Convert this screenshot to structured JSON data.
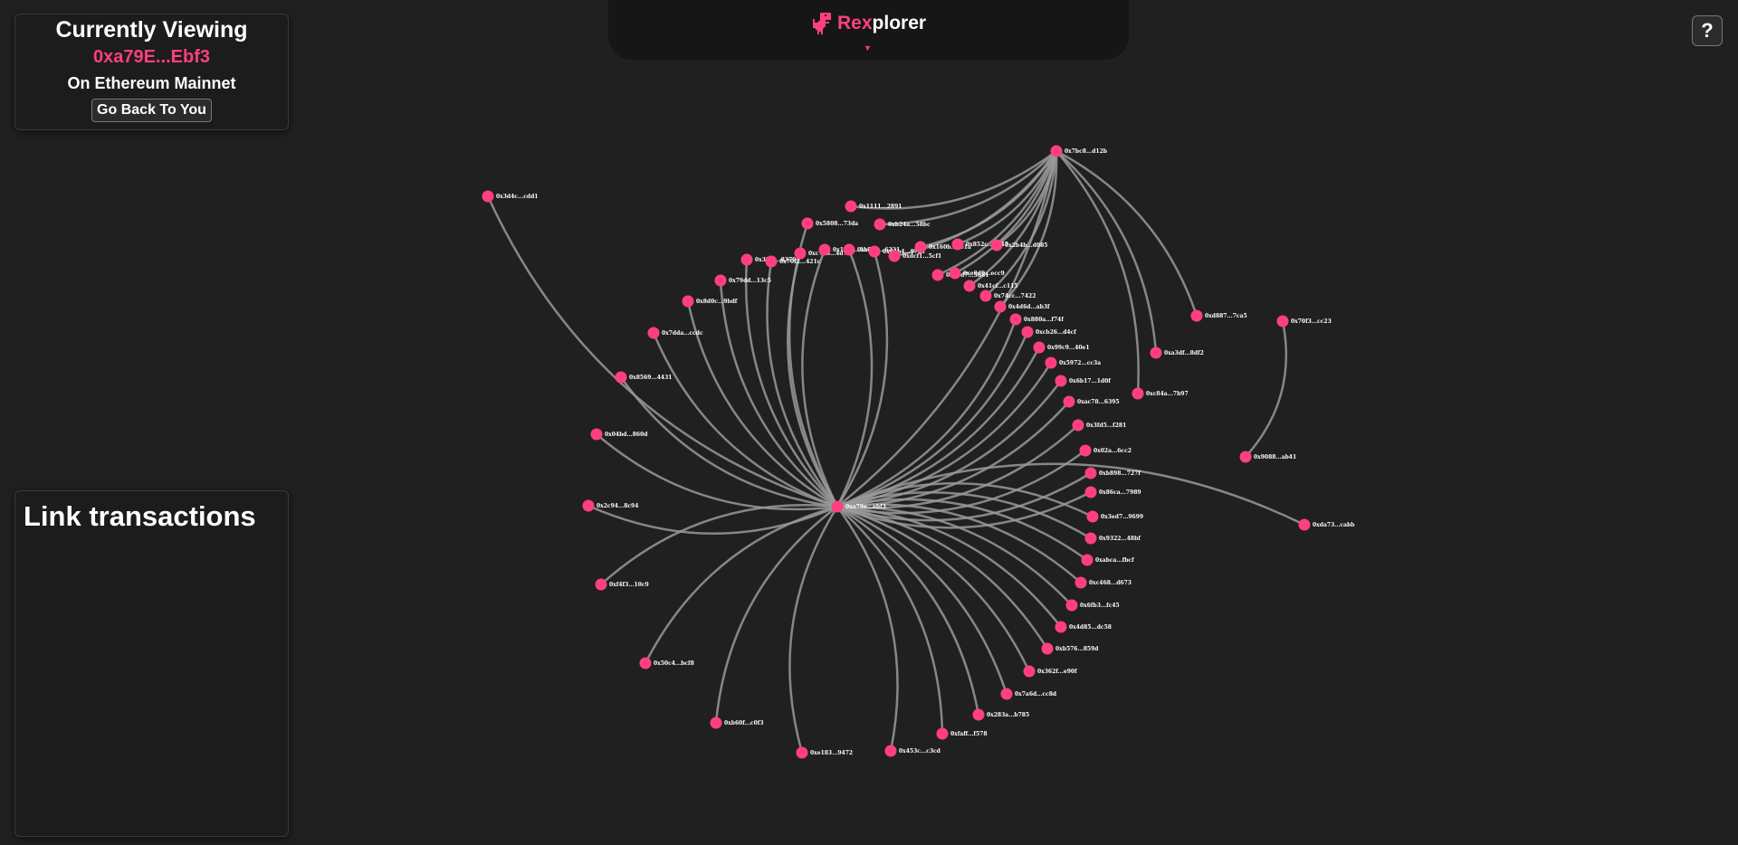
{
  "header": {
    "brand_rex": "Rex",
    "brand_plorer": "plorer",
    "logo_icon": "dinosaur-icon",
    "menu_icon": "chevron-down-icon",
    "help_label": "?"
  },
  "viewing": {
    "title": "Currently Viewing",
    "address": "0xa79E...Ebf3",
    "network": "On Ethereum Mainnet",
    "back_button": "Go Back To You"
  },
  "link_panel": {
    "title": "Link transactions"
  },
  "colors": {
    "background": "#202020",
    "accent": "#ff3f7f",
    "edge": "#9a9a9a"
  },
  "graph": {
    "center": {
      "label": "0xa79e...ebf3"
    },
    "hub": {
      "label": "0x7bc8...d12b"
    },
    "nodes": [
      {
        "label": "0x3d4c...cdd1",
        "to": "center"
      },
      {
        "label": "0x1111...2891",
        "to": "hub"
      },
      {
        "label": "0x5808...73da",
        "to": "center"
      },
      {
        "label": "0xb24a...58bc",
        "to": "hub"
      },
      {
        "label": "0x3f5c...8379",
        "to": "center"
      },
      {
        "label": "0x70f2...421c",
        "to": "center"
      },
      {
        "label": "0xc77b...4d7c",
        "to": "center"
      },
      {
        "label": "0x1c9a...1b07",
        "to": "center"
      },
      {
        "label": "0xa35b...6221",
        "to": "center"
      },
      {
        "label": "0x84b4...97a1",
        "to": "center"
      },
      {
        "label": "0xdcf1...5cf1",
        "to": "hub"
      },
      {
        "label": "0x160b...1e1a",
        "to": "hub"
      },
      {
        "label": "0x852c...6747",
        "to": "hub"
      },
      {
        "label": "0x2b4b...d085",
        "to": "hub"
      },
      {
        "label": "0x79dd...13c5",
        "to": "center"
      },
      {
        "label": "0x99d7...5881",
        "to": "hub"
      },
      {
        "label": "0xe0d9...ecc9",
        "to": "hub"
      },
      {
        "label": "0x41cf...c115",
        "to": "hub"
      },
      {
        "label": "0x8d0c...9bdf",
        "to": "center"
      },
      {
        "label": "0x74cc...7422",
        "to": "hub"
      },
      {
        "label": "0x4d6d...ab3f",
        "to": "hub"
      },
      {
        "label": "0x880a...f74f",
        "to": "center"
      },
      {
        "label": "0xcb26...d4cf",
        "to": "center"
      },
      {
        "label": "0x7dda...ccdc",
        "to": "center"
      },
      {
        "label": "0x99c9...40e1",
        "to": "center"
      },
      {
        "label": "0x5972...cc3a",
        "to": "center"
      },
      {
        "label": "0x8569...4431",
        "to": "center"
      },
      {
        "label": "0x6b17...1d0f",
        "to": "center"
      },
      {
        "label": "0xac78...6395",
        "to": "center"
      },
      {
        "label": "0x3fd5...f281",
        "to": "center"
      },
      {
        "label": "0x04bd...860d",
        "to": "center"
      },
      {
        "label": "0x02a...6cc2",
        "to": "center"
      },
      {
        "label": "0xb898...727f",
        "to": "center"
      },
      {
        "label": "0x86ca...7989",
        "to": "center"
      },
      {
        "label": "0x2c94...8c94",
        "to": "center"
      },
      {
        "label": "0x3ed7...9699",
        "to": "center"
      },
      {
        "label": "0x9322...48bf",
        "to": "center"
      },
      {
        "label": "0xabca...fbcf",
        "to": "center"
      },
      {
        "label": "0xc468...d673",
        "to": "center"
      },
      {
        "label": "0xf4f3...10c9",
        "to": "center"
      },
      {
        "label": "0x6fb3...fc45",
        "to": "center"
      },
      {
        "label": "0x4d85...dc58",
        "to": "center"
      },
      {
        "label": "0xb576...859d",
        "to": "center"
      },
      {
        "label": "0x50c4...bcf8",
        "to": "center"
      },
      {
        "label": "0x362f...e90f",
        "to": "center"
      },
      {
        "label": "0x7a6d...cc8d",
        "to": "center"
      },
      {
        "label": "0x283a...b785",
        "to": "center"
      },
      {
        "label": "0xb60f...c0f3",
        "to": "center"
      },
      {
        "label": "0xfaff...f578",
        "to": "center"
      },
      {
        "label": "0xe183...9472",
        "to": "center"
      },
      {
        "label": "0x453c...c3cd",
        "to": "center"
      },
      {
        "label": "0xd887...7ca5",
        "to": "hub"
      },
      {
        "label": "0xa3df...8df2",
        "to": "hub"
      },
      {
        "label": "0xc84a...7b97",
        "to": "hub"
      },
      {
        "label": "0x70f3...cc23",
        "to": "0x9088...ab41"
      },
      {
        "label": "0x9088...ab41",
        "to": "0x70f3...cc23"
      },
      {
        "label": "0xda73...cabb",
        "to": "center"
      }
    ]
  }
}
